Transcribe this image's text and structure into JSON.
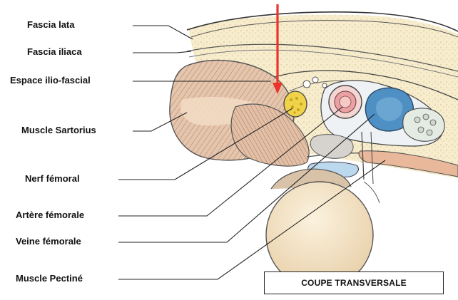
{
  "labels": {
    "fascia_lata": "Fascia lata",
    "fascia_iliaca": "Fascia iliaca",
    "espace": "Espace ilio-fascial",
    "sartorius": "Muscle Sartorius",
    "nerf": "Nerf fémoral",
    "artere": "Artère fémorale",
    "veine": "Veine fémorale",
    "pectine": "Muscle Pectiné"
  },
  "caption": "COUPE TRANSVERSALE",
  "colors": {
    "arrow": "#e8342a",
    "skin": "#f7eccc",
    "muscle": "#e6c5ad",
    "nerve": "#f0d24a",
    "artery": "#e9a1a3",
    "vein": "#4e8fc4",
    "bone": "#f5e4c4"
  }
}
